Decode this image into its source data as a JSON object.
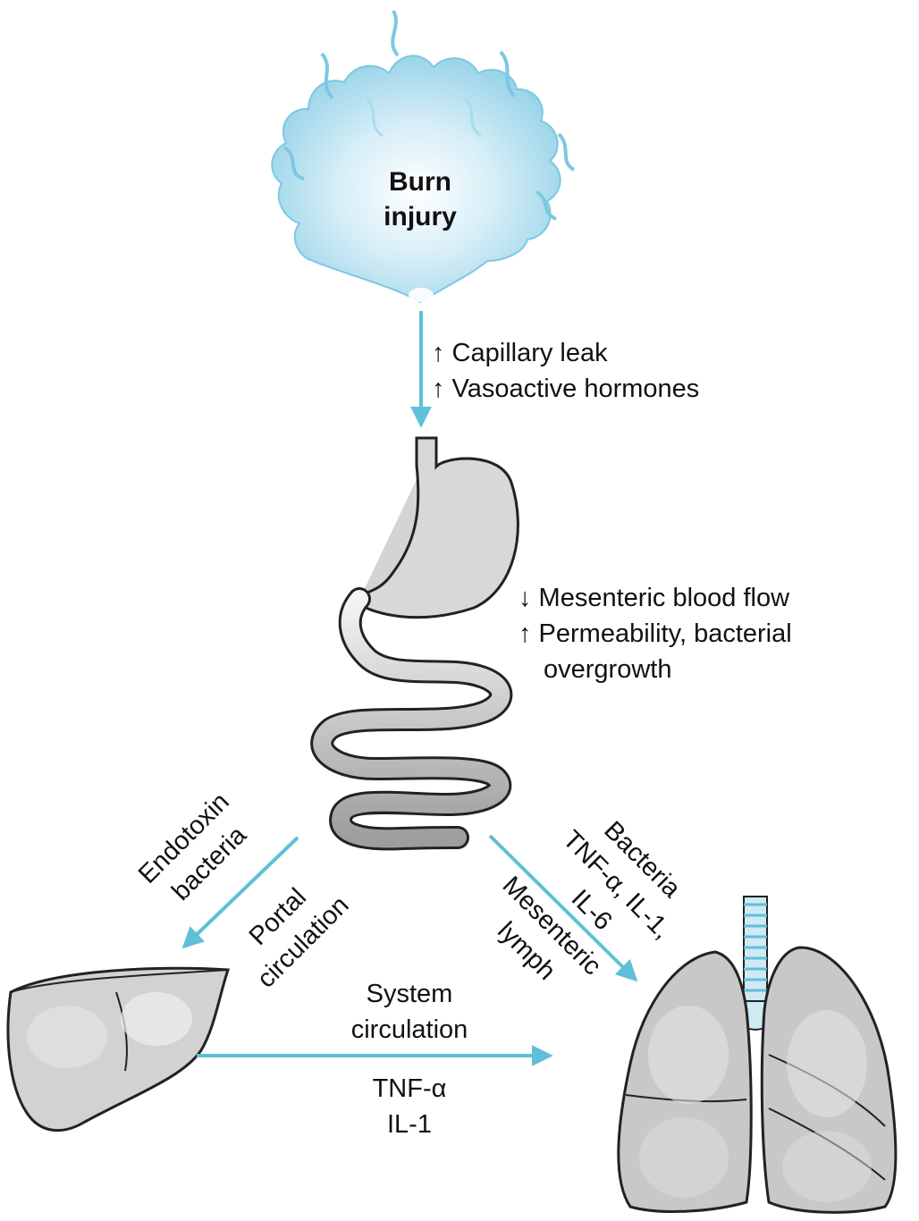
{
  "colors": {
    "arrow": "#5fbfd8",
    "flame_fill": "#d7eef7",
    "flame_edge": "#7cc8e2",
    "organ_fill": "#d4d4d4",
    "organ_stroke": "#222222"
  },
  "nodes": {
    "burn": {
      "line1": "Burn",
      "line2": "injury"
    },
    "stomach_effects": {
      "line1": "↓ Mesenteric blood flow",
      "line2": "↑ Permeability, bacterial",
      "line3": "overgrowth"
    }
  },
  "edges": {
    "burn_to_gut": {
      "line1": "↑ Capillary leak",
      "line2": "↑ Vasoactive hormones"
    },
    "gut_to_liver": {
      "agents_1": "Endotoxin",
      "agents_2": "bacteria",
      "route_1": "Portal",
      "route_2": "circulation"
    },
    "gut_to_lung": {
      "agents_1": "Bacteria",
      "agents_2": "TNF-α, IL-1,",
      "agents_3": "IL-6",
      "route_1": "Mesenteric",
      "route_2": "lymph"
    },
    "liver_to_lung": {
      "route_1": "System",
      "route_2": "circulation",
      "agents_1": "TNF-α",
      "agents_2": "IL-1"
    }
  }
}
